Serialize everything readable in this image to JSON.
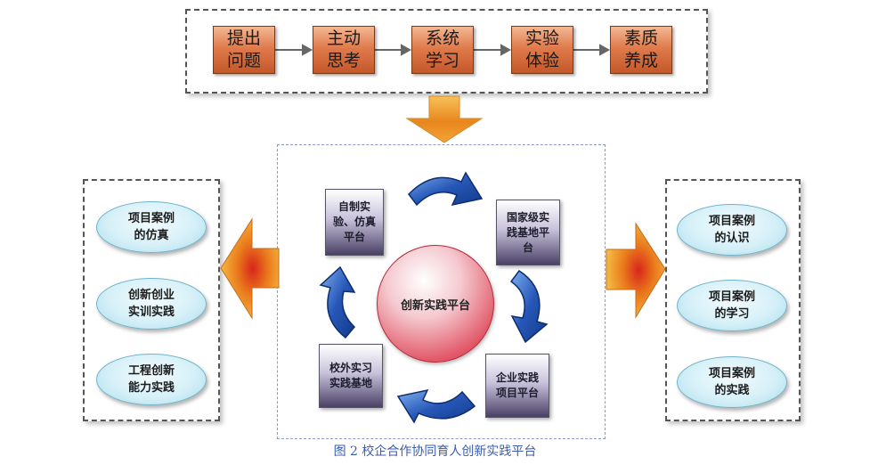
{
  "flow_steps": [
    {
      "label": "提出问题"
    },
    {
      "label": "主动思考"
    },
    {
      "label": "系统学习"
    },
    {
      "label": "实验体验"
    },
    {
      "label": "素质养成"
    }
  ],
  "hub": {
    "label": "创新实践平台"
  },
  "platforms": {
    "self_made": "自制实验、仿真平台",
    "national": "国家级实践基地平台",
    "enterprise": "企业实践项目平台",
    "off_campus": "校外实习实践基地"
  },
  "left_outcomes": [
    {
      "label": "项目案例的仿真"
    },
    {
      "label": "创新创业实训实践"
    },
    {
      "label": "工程创新能力实践"
    }
  ],
  "right_outcomes": [
    {
      "label": "项目案例的认识"
    },
    {
      "label": "项目案例的学习"
    },
    {
      "label": "项目案例的实践"
    }
  ],
  "caption": "图 2 校企合作协同育人创新实践平台",
  "colors": {
    "step_fill": "#e07b4c",
    "orange_arrow": "#f0a020",
    "cycle_arrow": "#1f4fb0",
    "hub_fill": "#e25868",
    "pill_fill": "#d6f0f8",
    "caption": "#3b5bb5"
  }
}
